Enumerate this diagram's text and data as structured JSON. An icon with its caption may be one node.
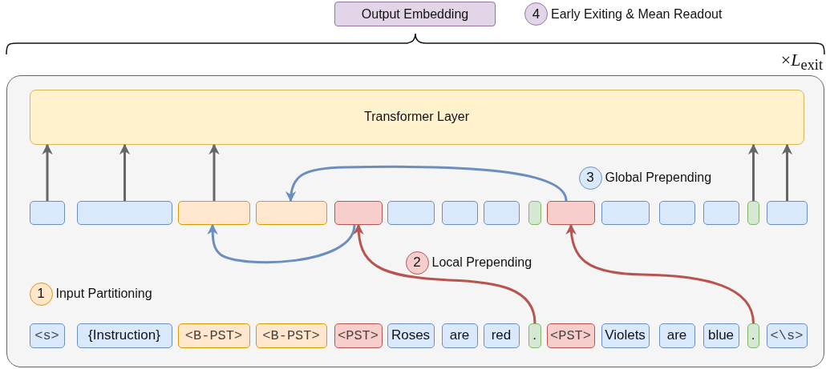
{
  "diagram": {
    "nodes": [
      {
        "text": [
          "Output Embedding"
        ]
      },
      {
        "text": [
          "4"
        ],
        "beside": [
          "Early Exiting & Mean Readout"
        ]
      },
      {
        "text": [],
        "shape": "box"
      },
      {
        "text": [
          "Transformer Layer"
        ],
        "in": 2
      },
      {
        "text": [
          "3"
        ],
        "beside": [
          "Global Prepending"
        ],
        "in": 2
      },
      {
        "text": [],
        "shape": "box",
        "in": 2
      },
      {
        "text": [],
        "shape": "box",
        "in": 2
      },
      {
        "text": [],
        "shape": "box",
        "in": 2
      },
      {
        "text": [],
        "shape": "box",
        "in": 2
      },
      {
        "text": [],
        "shape": "box",
        "in": 2
      },
      {
        "text": [],
        "shape": "box",
        "in": 2
      },
      {
        "text": [],
        "shape": "box",
        "in": 2
      },
      {
        "text": [],
        "shape": "box",
        "in": 2
      },
      {
        "text": [],
        "shape": "box",
        "in": 2
      },
      {
        "text": [],
        "shape": "box",
        "in": 2
      },
      {
        "text": [],
        "shape": "box",
        "in": 2
      },
      {
        "text": [],
        "shape": "box",
        "in": 2
      },
      {
        "text": [],
        "shape": "box",
        "in": 2
      },
      {
        "text": [],
        "shape": "box",
        "in": 2
      },
      {
        "text": [],
        "shape": "box",
        "in": 2
      },
      {
        "text": [
          "2"
        ],
        "beside": [
          "Local Prepending"
        ],
        "in": 2
      },
      {
        "text": [
          "1"
        ],
        "beside": [
          "Input Partitioning"
        ],
        "in": 2
      },
      {
        "text": [
          "<s>"
        ],
        "in": 2
      },
      {
        "text": [
          "{Instruction}"
        ],
        "in": 2
      },
      {
        "text": [
          "<B-PST>"
        ],
        "in": 2
      },
      {
        "text": [
          "<B-PST>"
        ],
        "in": 2
      },
      {
        "text": [
          "<PST>"
        ],
        "in": 2
      },
      {
        "text": [
          "Roses"
        ],
        "in": 2
      },
      {
        "text": [
          "are"
        ],
        "in": 2
      },
      {
        "text": [
          "red"
        ],
        "in": 2
      },
      {
        "text": [
          "."
        ],
        "in": 2
      },
      {
        "text": [
          "<PST>"
        ],
        "in": 2
      },
      {
        "text": [
          "Violets"
        ],
        "in": 2
      },
      {
        "text": [
          "are"
        ],
        "in": 2
      },
      {
        "text": [
          "blue"
        ],
        "in": 2
      },
      {
        "text": [
          "."
        ],
        "in": 2
      },
      {
        "text": [
          "<\\s>"
        ],
        "in": 2
      }
    ],
    "edges": [
      {
        "from": 5,
        "to": 3,
        "arrow": "to"
      },
      {
        "from": 6,
        "to": 3,
        "arrow": "to"
      },
      {
        "from": 7,
        "to": 3,
        "arrow": "to"
      },
      {
        "from": 18,
        "to": 3,
        "arrow": "to"
      },
      {
        "from": 19,
        "to": 3,
        "arrow": "to"
      },
      {
        "from": 14,
        "to": 8,
        "arrow": "to",
        "color": "#6c8ebf"
      },
      {
        "from": 9,
        "to": 7,
        "arrow": "to",
        "color": "#6c8ebf"
      },
      {
        "from": 30,
        "to": 9,
        "arrow": "to",
        "color": "#b85450"
      },
      {
        "from": 35,
        "to": 14,
        "arrow": "to",
        "color": "#b85450"
      }
    ],
    "labels": [
      "×*L*$_{exit}$"
    ]
  }
}
